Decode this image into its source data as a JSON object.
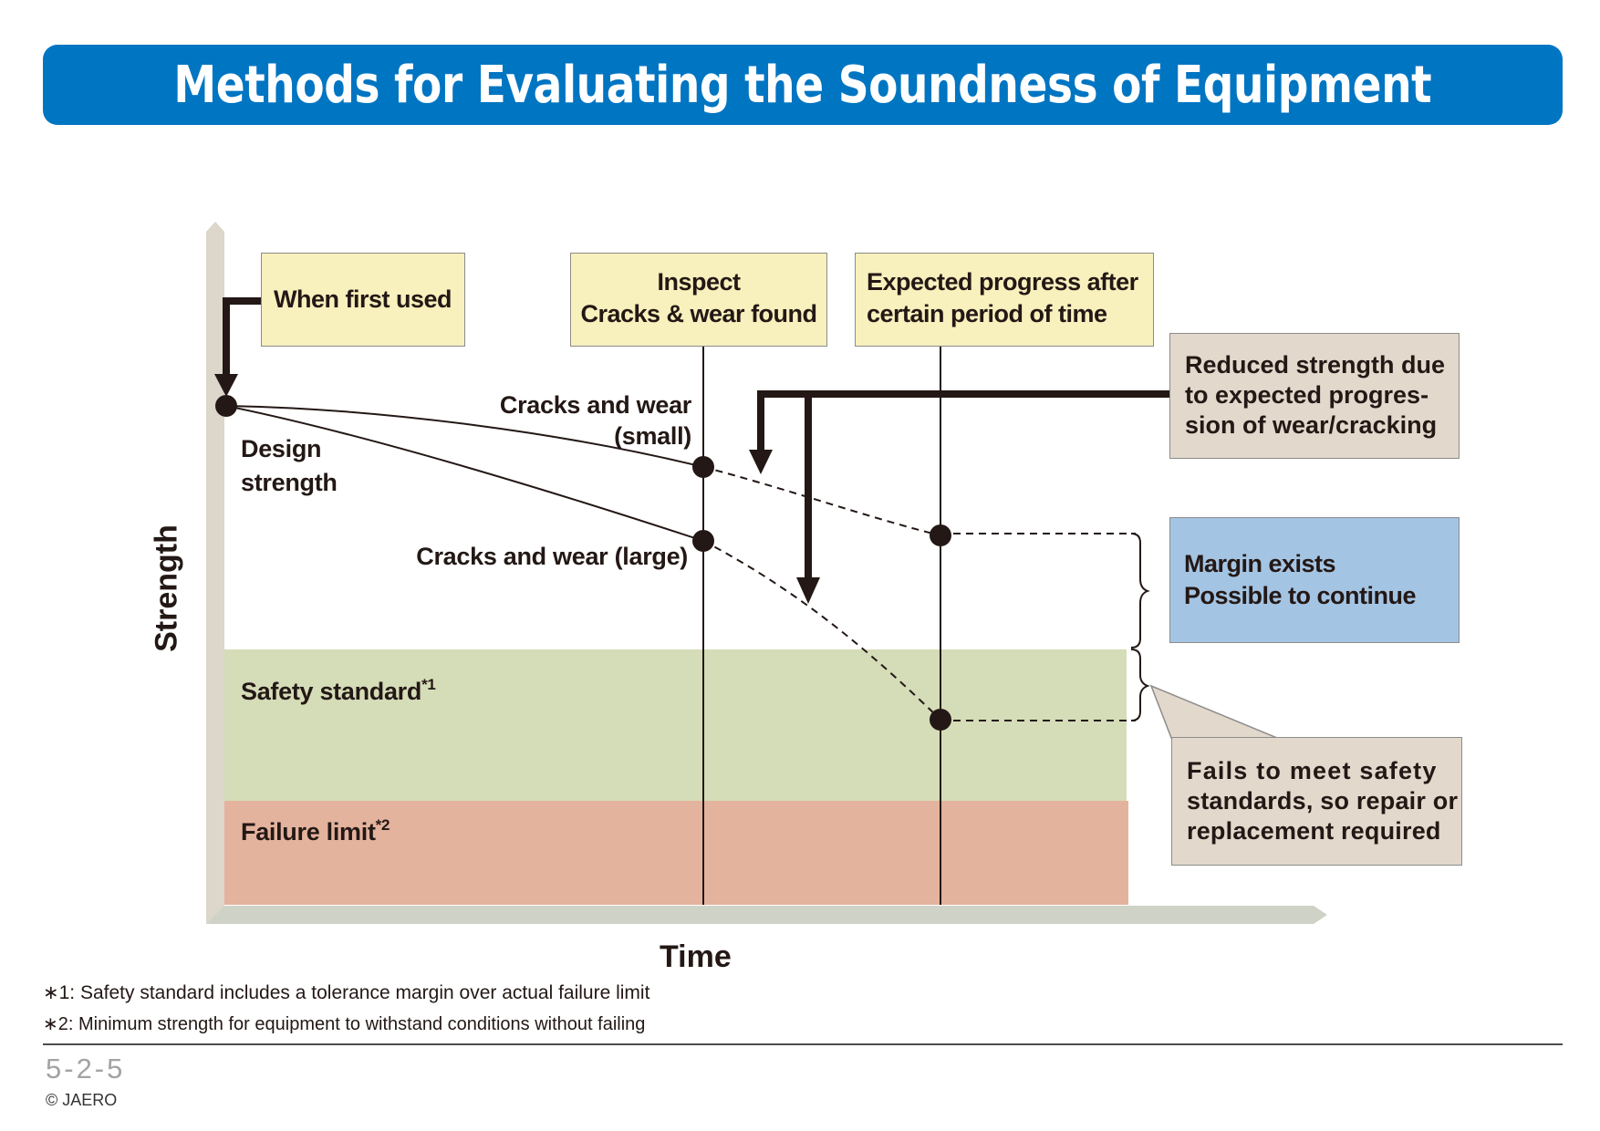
{
  "header": {
    "title": "Methods for Evaluating the Soundness of Equipment"
  },
  "axes": {
    "y_label": "Strength",
    "x_label": "Time"
  },
  "boxes": {
    "first_used": "When first used",
    "inspect": [
      "Inspect",
      "Cracks & wear found"
    ],
    "expected": [
      "Expected progress after",
      "certain period of time"
    ],
    "reduced": [
      "Reduced strength due",
      "to expected progres-",
      "sion of wear/cracking"
    ],
    "margin": [
      "Margin exists",
      "Possible to continue"
    ],
    "fails": [
      "Fails to meet safety",
      "standards, so repair or",
      "replacement required"
    ]
  },
  "labels": {
    "design_strength": [
      "Design",
      "strength"
    ],
    "cracks_small": [
      "Cracks and wear",
      "(small)"
    ],
    "cracks_large": "Cracks and wear (large)",
    "safety_standard": "Safety standard",
    "safety_mark": "*1",
    "failure_limit": "Failure limit",
    "failure_mark": "*2"
  },
  "footnotes": [
    "∗1: Safety standard includes a tolerance margin over actual failure limit",
    "∗2: Minimum strength for equipment to withstand conditions without failing"
  ],
  "footer": {
    "figure_number": "5-2-5",
    "copyright": "© JAERO"
  },
  "colors": {
    "banner": "#0075c2",
    "safety_band": "#d5dcb8",
    "failure_band": "#e4b39d",
    "box_yellow": "#f8f0bd",
    "box_tan": "#e2d8cb",
    "box_blue": "#a4c4e3",
    "axis": "#ddd6cb"
  }
}
